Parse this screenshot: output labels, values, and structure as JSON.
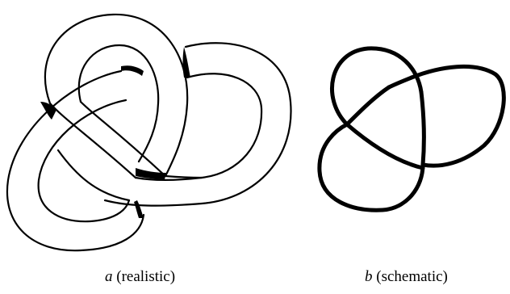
{
  "figure": {
    "panel_a": {
      "letter": "a",
      "description": "(realistic)"
    },
    "panel_b": {
      "letter": "b",
      "description": "(schematic)"
    }
  },
  "colors": {
    "ink": "#000000",
    "paper": "#ffffff"
  }
}
